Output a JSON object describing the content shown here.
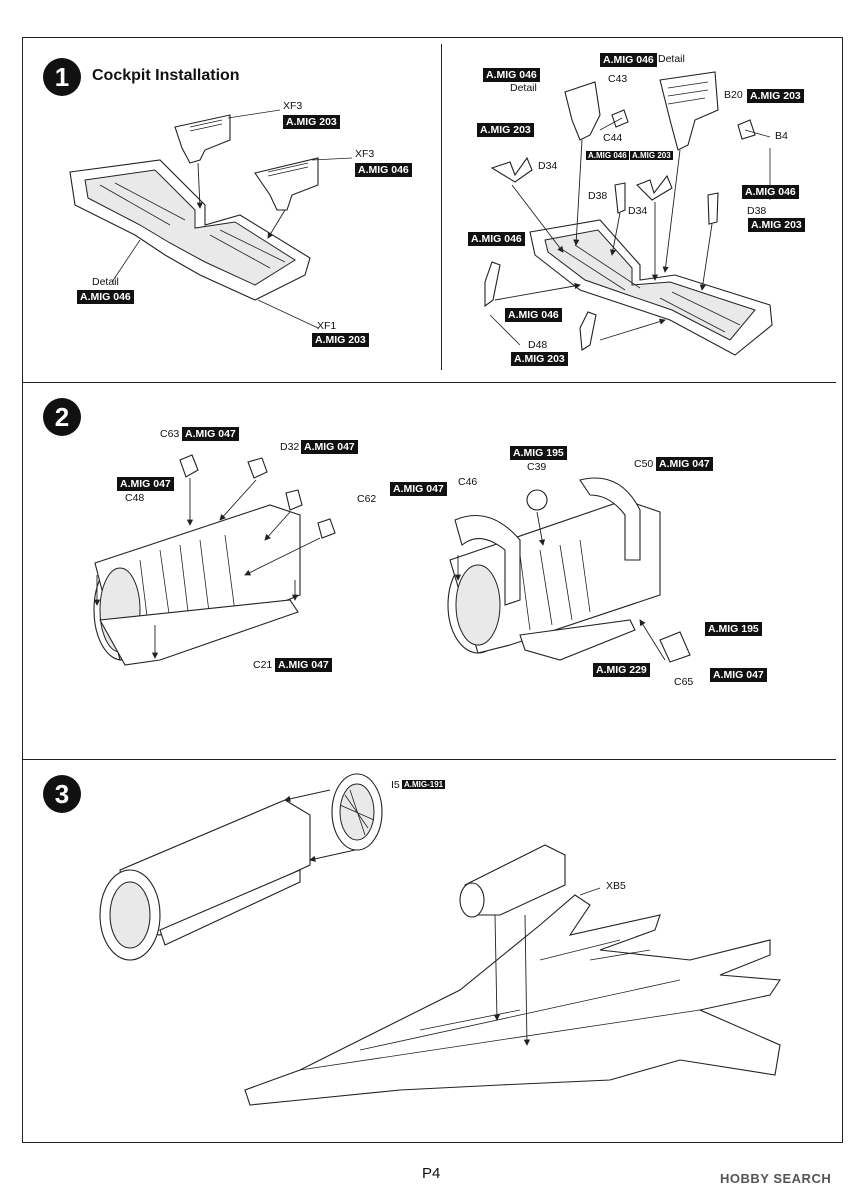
{
  "page_number": "P4",
  "watermark": "HOBBY SEARCH",
  "steps": [
    {
      "number": "1",
      "title": "Cockpit Installation",
      "left_labels": {
        "xf3_a": "XF3",
        "xf3_a_paint": "A.MIG 203",
        "xf3_b": "XF3",
        "xf3_b_paint": "A.MIG 046",
        "detail": "Detail",
        "detail_paint": "A.MIG 046",
        "xf1": "XF1",
        "xf1_paint": "A.MIG 203"
      },
      "right_labels": {
        "c43_paint": "A.MIG 046",
        "c43_detail": "Detail",
        "c43": "C43",
        "b20_paint_top": "A.MIG 046",
        "b20_detail": "Detail",
        "b20": "B20",
        "b20_paint": "A.MIG 203",
        "c44": "C44",
        "c44_paint_a": "A.MIG 046",
        "c44_paint_b": "A.MIG 203",
        "b4": "B4",
        "d34_paint": "A.MIG 203",
        "d34_a": "D34",
        "d34_b": "D34",
        "d38_a": "D38",
        "d38_b": "D38",
        "d38_paint_a": "A.MIG 046",
        "d38_paint_b": "A.MIG 203",
        "d48_paint_top": "A.MIG 046",
        "d48_paint_mid": "A.MIG 046",
        "d48": "D48",
        "d48_paint_bot": "A.MIG 203"
      }
    },
    {
      "number": "2",
      "left_labels": {
        "c63": "C63",
        "c63_paint": "A.MIG 047",
        "d32": "D32",
        "d32_paint": "A.MIG 047",
        "c48_paint": "A.MIG 047",
        "c48": "C48",
        "c62": "C62",
        "c62_paint": "A.MIG 047",
        "c21": "C21",
        "c21_paint": "A.MIG 047"
      },
      "right_labels": {
        "c39_paint": "A.MIG 195",
        "c39": "C39",
        "c46": "C46",
        "c50": "C50",
        "c50_paint": "A.MIG 047",
        "c65_paint_top": "A.MIG 195",
        "c65_paint_left": "A.MIG 229",
        "c65": "C65",
        "c65_paint_right": "A.MIG 047"
      }
    },
    {
      "number": "3",
      "labels": {
        "i5": "I5",
        "i5_paint": "A.MIG-191",
        "xb5": "XB5"
      }
    }
  ]
}
